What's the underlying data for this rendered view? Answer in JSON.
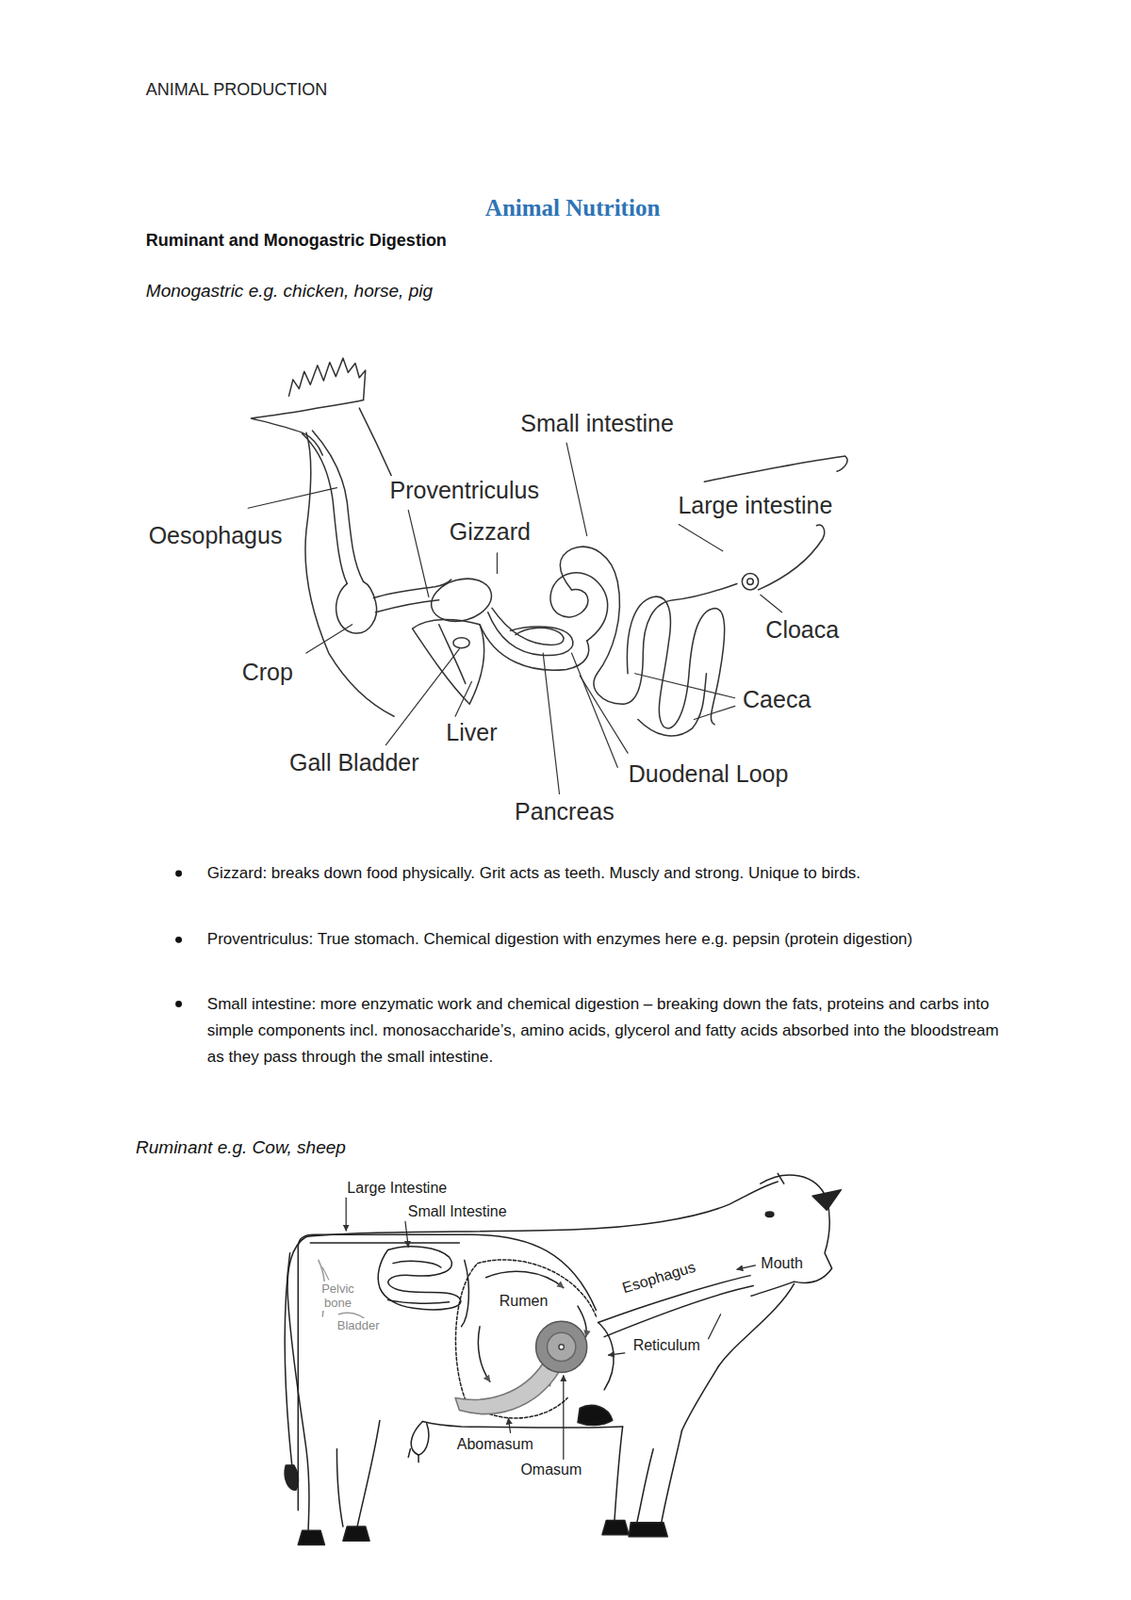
{
  "diagram": {
    "title": "Animal Nutrition",
    "labels": [
      "ANIMAL PRODUCTION",
      "Ruminant and Monogastric Digestion",
      "Monogastric e.g. chicken, horse, pig",
      "Small intestine",
      "Proventriculus",
      "Large intestine",
      "Gizzard",
      "Oesophagus",
      "Cloaca",
      "Crop",
      "Caeca",
      "Liver",
      "Gall Bladder",
      "Duodenal Loop",
      "Pancreas",
      "Gizzard: breaks down food physically. Grit acts as teeth. Muscly and strong. Unique to birds.",
      "Proventriculus: True stomach. Chemical digestion with enzymes here e.g. pepsin (protein digestion)",
      "Small intestine: more enzymatic work and chemical digestion – breaking down the fats, proteins and carbs into simple components incl. monosaccharide’s, amino acids, glycerol and fatty acids absorbed into the bloodstream as they pass through the small intestine.",
      "Ruminant e.g. Cow, sheep",
      "Large Intestine",
      "Small Intestine",
      "Esophagus",
      "Mouth",
      "Rumen",
      "Pelvic bone",
      "Reticulum",
      "Bladder",
      "Abomasum",
      "Omasum"
    ]
  }
}
